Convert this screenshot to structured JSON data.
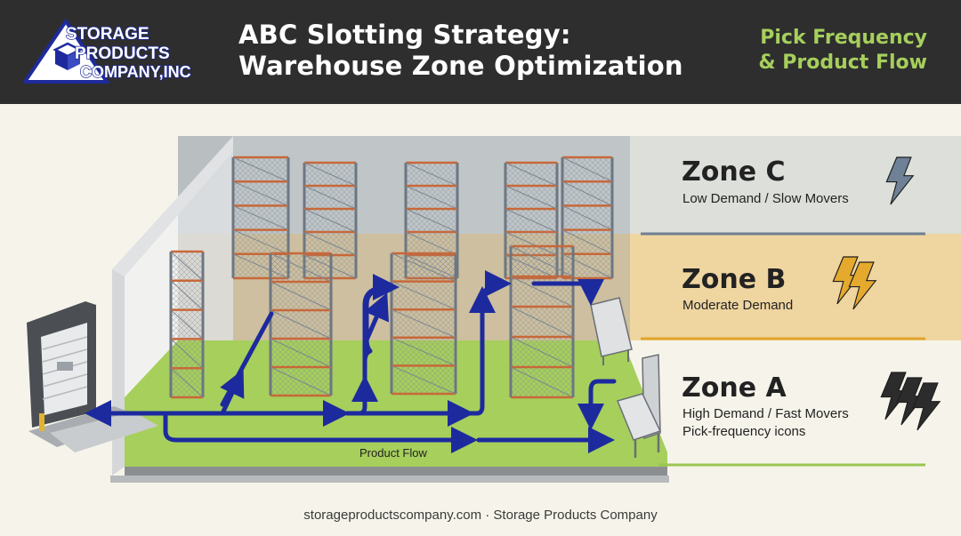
{
  "header": {
    "logo": {
      "line1": "STORAGE",
      "line2": "PRODUCTS",
      "line3": "COMPANY,INC"
    },
    "title_line1": "ABC Slotting Strategy:",
    "title_line2": "Warehouse Zone Optimization",
    "tagline_line1": "Pick Frequency",
    "tagline_line2": "& Product Flow"
  },
  "zones": [
    {
      "title": "Zone C",
      "subtitle": "Low Demand / Slow Movers",
      "subtitle2": "",
      "color": "#8e9cab",
      "icon": "lightning-bolt-icon",
      "bolts": 1
    },
    {
      "title": "Zone B",
      "subtitle": "Moderate Demand",
      "subtitle2": "",
      "color": "#e5a92d",
      "icon": "lightning-bolt-icon",
      "bolts": 2
    },
    {
      "title": "Zone A",
      "subtitle": "High Demand / Fast Movers",
      "subtitle2": "Pick-frequency icons",
      "color": "#a6cf5c",
      "icon": "lightning-bolt-icon",
      "bolts": 3
    }
  ],
  "diagram": {
    "flow_label": "Product Flow",
    "flow_color": "#1d2a9e"
  },
  "footer": {
    "text": "storageproductscompany.com · Storage Products Company"
  }
}
